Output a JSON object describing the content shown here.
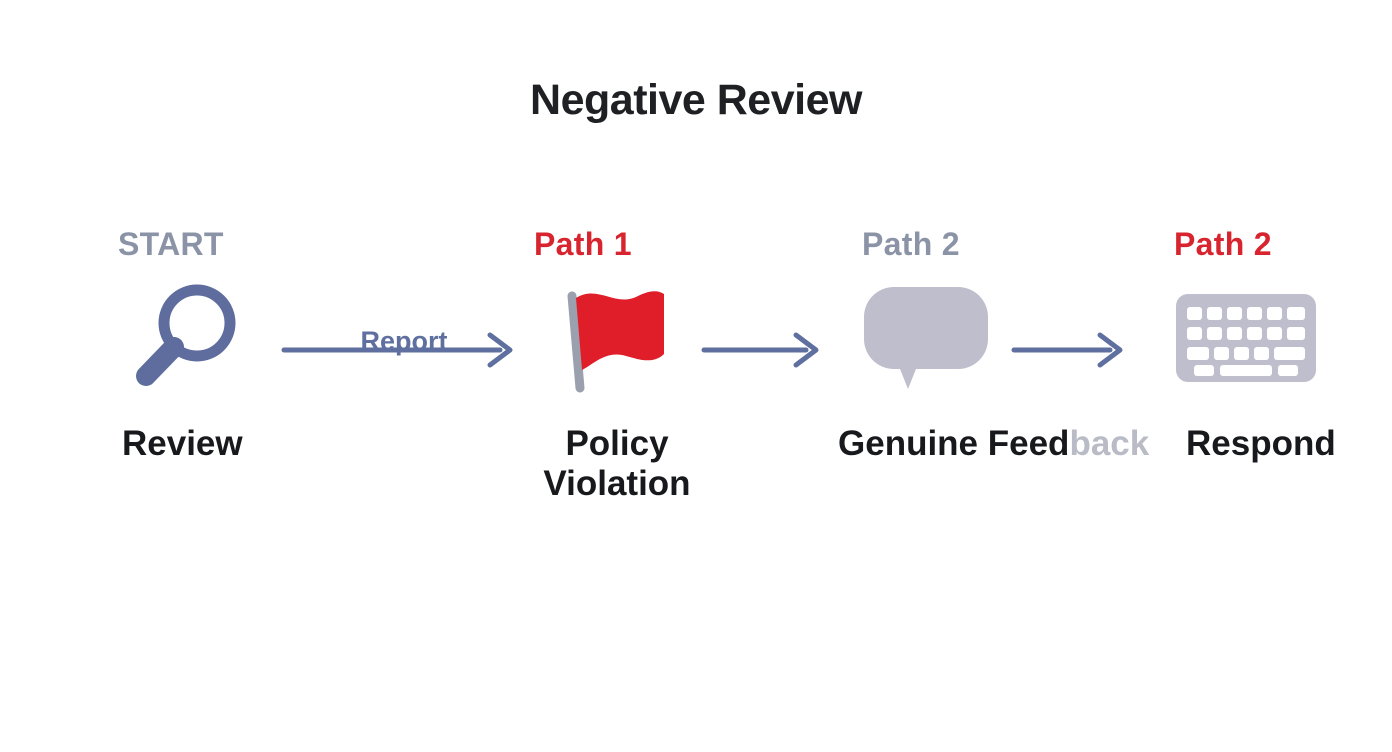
{
  "diagram": {
    "title": "Negative Review",
    "type": "flow",
    "colors": {
      "title_text": "#1e2024",
      "stage_label_gray": "#8b93a6",
      "stage_label_red": "#d8242f",
      "caption_text": "#18191d",
      "caption_faded": "#b9bcc6",
      "arrow": "#5f6f9f",
      "icon_slate_blue": "#5e6d9e",
      "icon_red": "#e01e2a",
      "icon_gray": "#bebecd",
      "background": "#ffffff"
    },
    "stages": [
      {
        "label": "START",
        "label_color": "gray",
        "icon": "magnifying-glass-icon",
        "caption": "Review",
        "caption_lines": [
          "Review"
        ]
      },
      {
        "label": "Path 1",
        "label_color": "red",
        "icon": "red-flag-icon",
        "caption": "Policy Violation",
        "caption_lines": [
          "Policy",
          "Violation"
        ]
      },
      {
        "label": "Path 2",
        "label_color": "gray",
        "icon": "speech-bubble-icon",
        "caption": "Genuine Feedback",
        "caption_lines": [
          "Genuine Feed",
          "back"
        ]
      },
      {
        "label": "Path 2",
        "label_color": "red",
        "icon": "keyboard-icon",
        "caption": "Respond",
        "caption_lines": [
          "Respond"
        ]
      }
    ],
    "arrows": [
      {
        "label": "Report",
        "from": "Review",
        "to": "Policy Violation"
      },
      {
        "label": "",
        "from": "Policy Violation",
        "to": "Genuine Feedback"
      },
      {
        "label": "",
        "from": "Genuine Feedback",
        "to": "Respond"
      }
    ]
  }
}
